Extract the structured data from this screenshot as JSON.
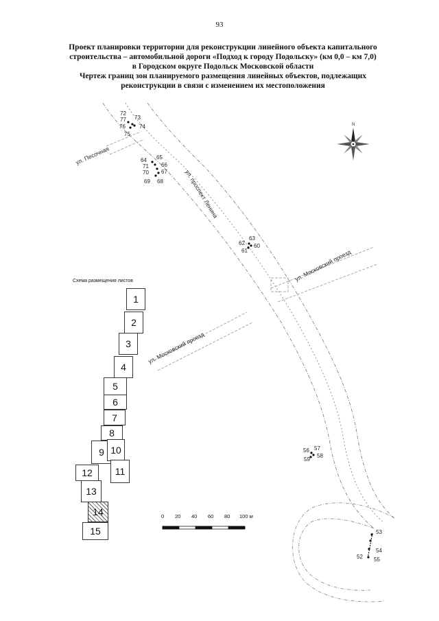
{
  "page_number": "93",
  "title_lines": [
    "Проект планировки территории для реконструкции линейного объекта капитального",
    "строительства – автомобильной дороги «Подход к городу Подольску» (км 0,0 – км 7,0)",
    "в Городском округе Подольск Московской области",
    "Чертеж границ зон планируемого размещения линейных объектов, подлежащих",
    "реконструкции в связи с изменением их местоположения"
  ],
  "streets": {
    "pesochnaya": "ул. Песочная",
    "lenina": "ул. проспект Ленина",
    "moskovsky_1": "ул. Московский проезд",
    "moskovsky_2": "ул. Московский проезд"
  },
  "points": {
    "p72": "72",
    "p77": "77",
    "p73": "73",
    "p76": "76",
    "p74": "74",
    "p75": "75",
    "p64": "64",
    "p65": "65",
    "p71": "71",
    "p66": "66",
    "p70": "70",
    "p67": "67",
    "p69": "69",
    "p68": "68",
    "p62": "62",
    "p63": "63",
    "p61": "61",
    "p60": "60",
    "p56": "56",
    "p57": "57",
    "p59": "59",
    "p58": "58",
    "p53": "53",
    "p54": "54",
    "p52": "52",
    "p55": "55"
  },
  "compass": {
    "north_label": "N"
  },
  "schema": {
    "title": "Схема размещения листов",
    "sheets": [
      "1",
      "2",
      "3",
      "4",
      "5",
      "6",
      "7",
      "8",
      "9",
      "10",
      "11",
      "12",
      "13",
      "14",
      "15"
    ],
    "current_sheet": "14"
  },
  "scale": {
    "labels": [
      "0",
      "20",
      "40",
      "60",
      "80",
      "100 м"
    ]
  }
}
